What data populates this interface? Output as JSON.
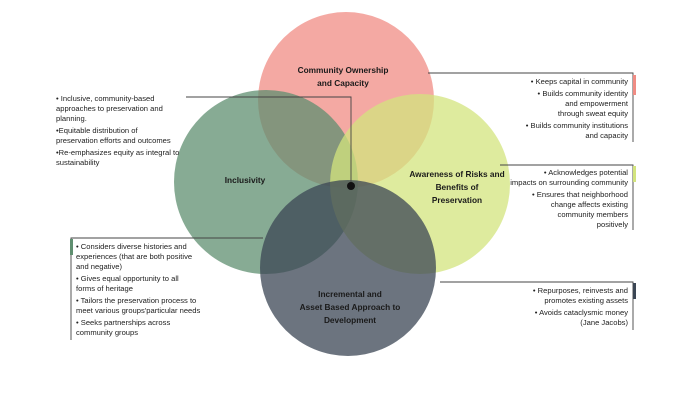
{
  "circles": {
    "ownership": {
      "title_lines": [
        "Community Ownership",
        "and Capacity"
      ],
      "color": "#f08c84"
    },
    "inclusivity": {
      "title_lines": [
        "Inclusivity"
      ],
      "color": "#5f8f70"
    },
    "awareness": {
      "title_lines": [
        "Awareness of Risks  and",
        "Benefits of",
        "Preservation"
      ],
      "color": "#d3e47e"
    },
    "incremental": {
      "title_lines": [
        "Incremental and",
        "Asset Based Approach to",
        "Development"
      ],
      "color": "#3b4654"
    }
  },
  "notes": {
    "center_left": {
      "items": [
        [
          "• Inclusive, community-based",
          "approaches to preservation and",
          "planning."
        ],
        [
          "•Equitable distribution of",
          "preservation efforts and outcomes"
        ],
        [
          "•Re-emphasizes equity as integral to",
          "sustainability"
        ]
      ]
    },
    "ownership_right": {
      "accent": "#f08c84",
      "items": [
        [
          "• Keeps capital in community"
        ],
        [
          "• Builds community identity",
          "and empowerment",
          "through sweat equity"
        ],
        [
          "• Builds community institutions",
          "and capacity"
        ]
      ]
    },
    "awareness_right": {
      "accent": "#d3e47e",
      "items": [
        [
          "• Acknowledges potential",
          "impacts on surrounding community"
        ],
        [
          "• Ensures that neighborhood",
          "change affects existing",
          "community members",
          "positively"
        ]
      ]
    },
    "inclusivity_left": {
      "accent": "#5f8f70",
      "items": [
        [
          "• Considers diverse histories and",
          "experiences (that are both positive",
          "and negative)"
        ],
        [
          "• Gives equal opportunity to all",
          "forms of heritage"
        ],
        [
          "• Tailors the preservation process to",
          "meet various groups'particular needs"
        ],
        [
          "• Seeks partnerships across",
          "community groups"
        ]
      ]
    },
    "incremental_right": {
      "accent": "#3b4654",
      "items": [
        [
          "• Repurposes, reinvests and",
          "promotes existing assets"
        ],
        [
          "• Avoids cataclysmic  money",
          "(Jane Jacobs)"
        ]
      ]
    }
  },
  "colors": {
    "leader_line": "#444444",
    "center_dot": "#111111"
  }
}
